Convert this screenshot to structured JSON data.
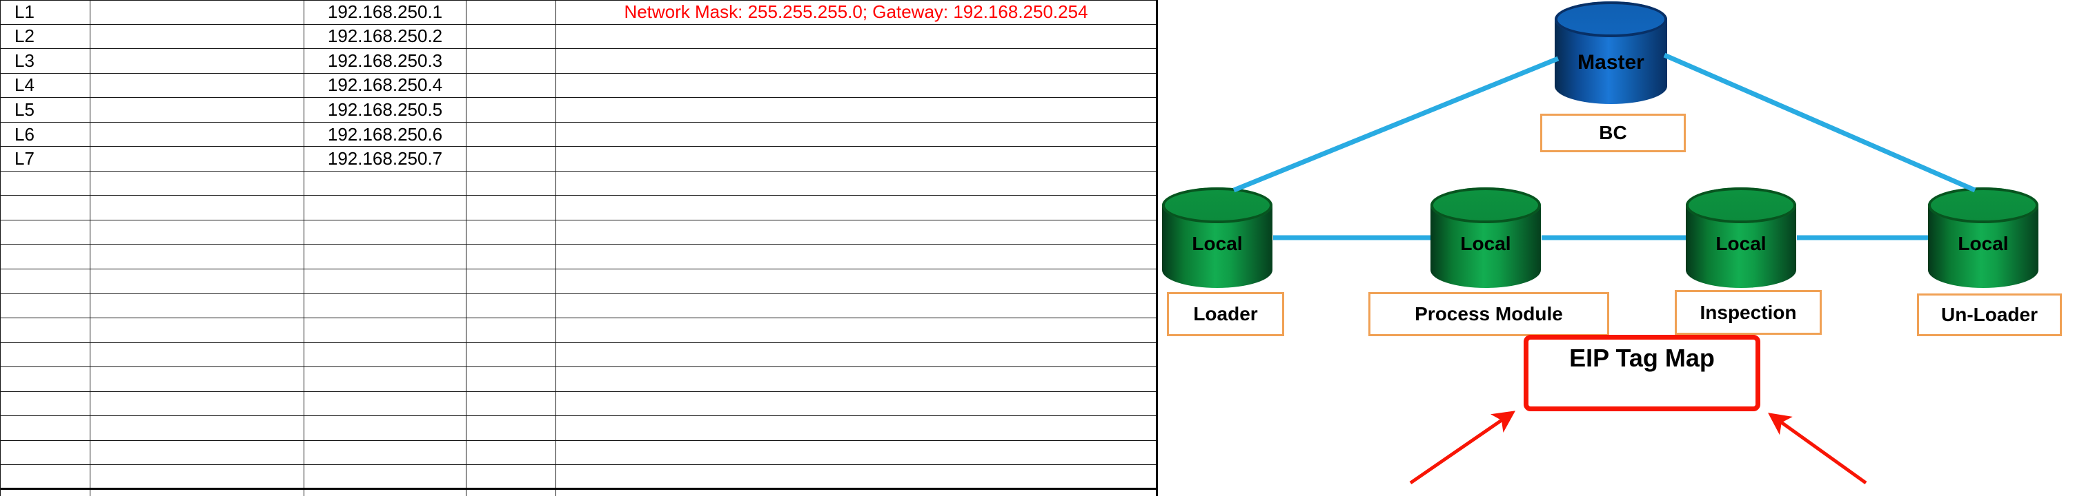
{
  "table": {
    "note_color": "#ff0000",
    "rows": [
      {
        "label": "L1",
        "ip": "192.168.250.1",
        "note": "Network Mask: 255.255.255.0; Gateway: 192.168.250.254"
      },
      {
        "label": "L2",
        "ip": "192.168.250.2",
        "note": ""
      },
      {
        "label": "L3",
        "ip": "192.168.250.3",
        "note": ""
      },
      {
        "label": "L4",
        "ip": "192.168.250.4",
        "note": ""
      },
      {
        "label": "L5",
        "ip": "192.168.250.5",
        "note": ""
      },
      {
        "label": "L6",
        "ip": "192.168.250.6",
        "note": ""
      },
      {
        "label": "L7",
        "ip": "192.168.250.7",
        "note": ""
      },
      {
        "label": "",
        "ip": "",
        "note": ""
      },
      {
        "label": "",
        "ip": "",
        "note": ""
      },
      {
        "label": "",
        "ip": "",
        "note": ""
      },
      {
        "label": "",
        "ip": "",
        "note": ""
      },
      {
        "label": "",
        "ip": "",
        "note": ""
      },
      {
        "label": "",
        "ip": "",
        "note": ""
      },
      {
        "label": "",
        "ip": "",
        "note": ""
      },
      {
        "label": "",
        "ip": "",
        "note": ""
      },
      {
        "label": "",
        "ip": "",
        "note": ""
      },
      {
        "label": "",
        "ip": "",
        "note": ""
      },
      {
        "label": "",
        "ip": "",
        "note": ""
      },
      {
        "label": "",
        "ip": "",
        "note": ""
      },
      {
        "label": "",
        "ip": "",
        "note": ""
      }
    ]
  },
  "diagram": {
    "master": {
      "label": "Master",
      "caption": "BC"
    },
    "locals": [
      {
        "label": "Local",
        "caption": "Loader"
      },
      {
        "label": "Local",
        "caption": "Process Module"
      },
      {
        "label": "Local",
        "caption": "Inspection"
      },
      {
        "label": "Local",
        "caption": "Un-Loader"
      }
    ],
    "tag_map": {
      "label": "EIP Tag Map"
    },
    "colors": {
      "link_cyan": "#29abe2",
      "caption_border_orange": "#f0a155",
      "alert_red": "#f81505",
      "note_red": "#ff0000",
      "master_blue": "#1b76d4",
      "local_green": "#13ad51"
    }
  }
}
